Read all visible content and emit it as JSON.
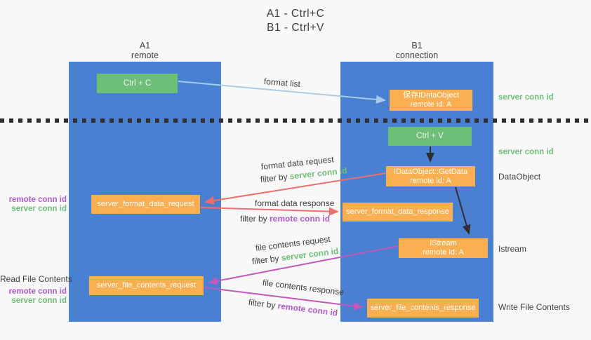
{
  "colors": {
    "column_blue": "#4a80d2",
    "box_green": "#6dbe76",
    "box_orange": "#f9ae4f",
    "arrow_light_blue": "#a7cce9",
    "arrow_red": "#ee6f6b",
    "arrow_magenta": "#c158bb",
    "arrow_black": "#2e2e2e",
    "label_green": "#6dbe76",
    "label_purple": "#b259cf",
    "text_dark": "#3d3d3d"
  },
  "title": {
    "line1": "A1 - Ctrl+C",
    "line2": "B1 - Ctrl+V"
  },
  "columns": {
    "left": {
      "title": "A1",
      "subtitle": "remote"
    },
    "right": {
      "title": "B1",
      "subtitle": "connection"
    }
  },
  "boxes": {
    "ctrl_c": "Ctrl + C",
    "ctrl_v": "Ctrl + V",
    "save_dataobject": "保存IDataObject\nremote id: A",
    "getdata": "IDataObject::GetData\nremote id: A",
    "istream": "IStream\nremote id: A",
    "format_request": "server_format_data_request",
    "format_response": "server_format_data_response",
    "file_request": "server_file_contents_request",
    "file_response": "server_file_contents_response"
  },
  "arrow_labels": {
    "format_list": "format list",
    "format_data_request": "format data request",
    "format_data_response": "format data response",
    "file_contents_request": "file contents request",
    "file_contents_response": "file contents response",
    "filter_by": "filter by ",
    "server_conn_id": "server conn id",
    "remote_conn_id": "remote conn id"
  },
  "side_labels": {
    "right_server_conn_id_top": "server conn id",
    "right_server_conn_id_mid": "server conn id",
    "dataobject": "DataObject",
    "istream": "Istream",
    "write_file_contents": "Write File Contents",
    "left_remote_conn_id_top": "remote conn id",
    "left_server_conn_id_top": "server conn id",
    "read_file_contents": "Read File Contents",
    "left_remote_conn_id_bottom": "remote conn id",
    "left_server_conn_id_bottom": "server conn id"
  }
}
